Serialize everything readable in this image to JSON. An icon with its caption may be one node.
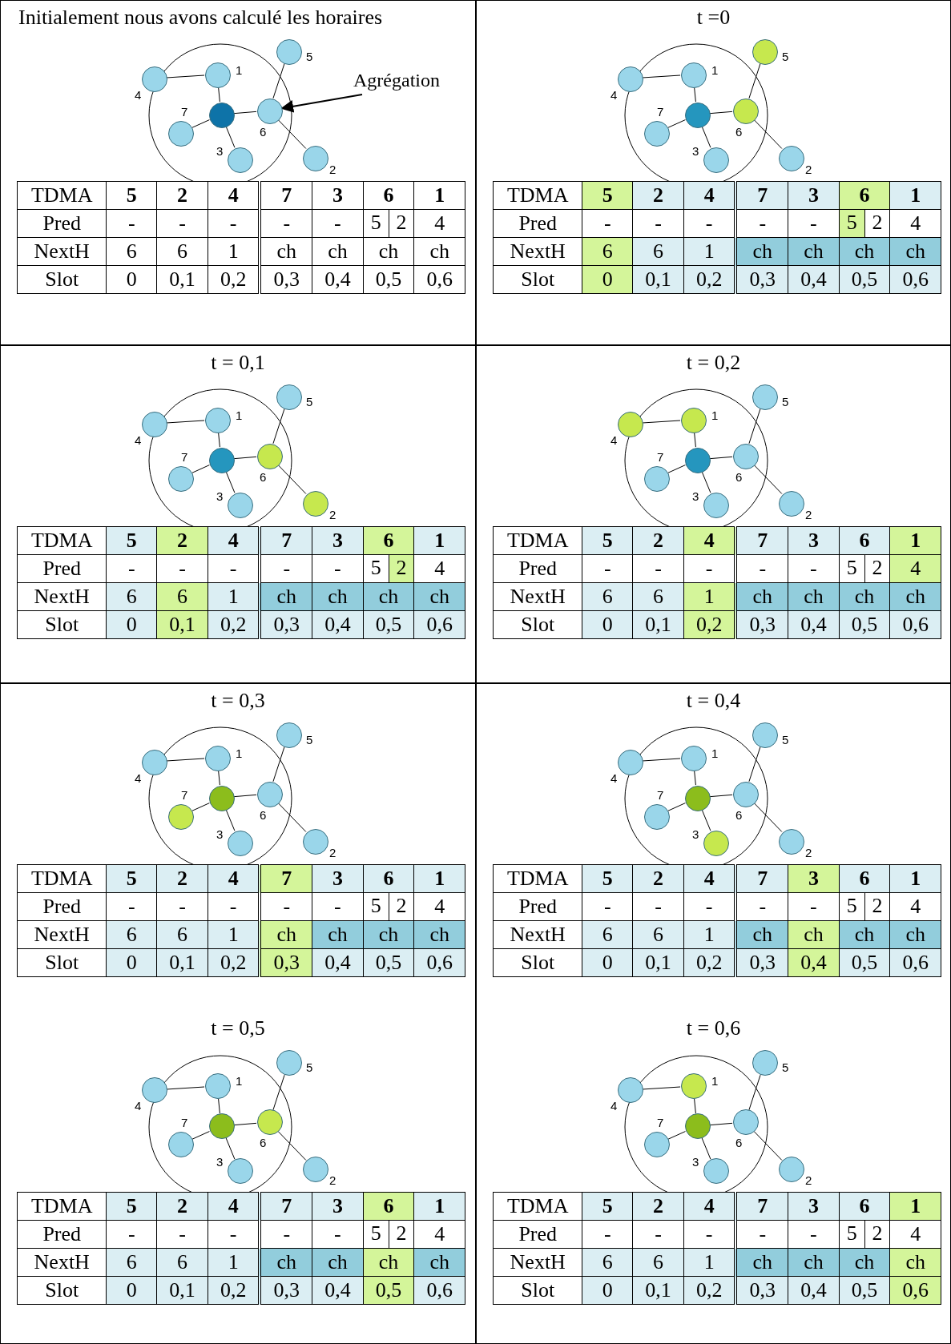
{
  "diagram": {
    "nodes": [
      {
        "text": [],
        "shape": "circle",
        "beside": [
          "5"
        ]
      },
      {
        "text": [],
        "shape": "circle",
        "beside": [
          "1"
        ]
      },
      {
        "text": [],
        "shape": "circle",
        "beside": [
          "4"
        ]
      },
      {
        "text": [],
        "shape": "circle",
        "beside": [
          "6"
        ]
      },
      {
        "text": [],
        "shape": "circle"
      },
      {
        "text": [],
        "shape": "circle",
        "beside": [
          "7"
        ]
      },
      {
        "text": [],
        "shape": "circle",
        "beside": [
          "3"
        ]
      },
      {
        "text": [],
        "shape": "circle",
        "beside": [
          "2"
        ]
      },
      {
        "text": [],
        "shape": "circle",
        "beside": [
          "5"
        ]
      },
      {
        "text": [],
        "shape": "circle",
        "beside": [
          "1"
        ]
      },
      {
        "text": [],
        "shape": "circle",
        "beside": [
          "4"
        ]
      },
      {
        "text": [],
        "shape": "circle",
        "beside": [
          "6"
        ]
      },
      {
        "text": [],
        "shape": "circle"
      },
      {
        "text": [],
        "shape": "circle",
        "beside": [
          "7"
        ]
      },
      {
        "text": [],
        "shape": "circle",
        "beside": [
          "3"
        ]
      },
      {
        "text": [],
        "shape": "circle",
        "beside": [
          "2"
        ]
      },
      {
        "text": [],
        "shape": "circle",
        "beside": [
          "5"
        ]
      },
      {
        "text": [],
        "shape": "circle",
        "beside": [
          "1"
        ]
      },
      {
        "text": [],
        "shape": "circle",
        "beside": [
          "4"
        ]
      },
      {
        "text": [],
        "shape": "circle",
        "beside": [
          "6"
        ]
      },
      {
        "text": [],
        "shape": "circle"
      },
      {
        "text": [],
        "shape": "circle",
        "beside": [
          "7"
        ]
      },
      {
        "text": [],
        "shape": "circle",
        "beside": [
          "3"
        ]
      },
      {
        "text": [],
        "shape": "circle",
        "beside": [
          "2"
        ]
      },
      {
        "text": [],
        "shape": "circle",
        "beside": [
          "5"
        ]
      },
      {
        "text": [],
        "shape": "circle",
        "beside": [
          "1"
        ]
      },
      {
        "text": [],
        "shape": "circle",
        "beside": [
          "4"
        ]
      },
      {
        "text": [],
        "shape": "circle",
        "beside": [
          "6"
        ]
      },
      {
        "text": [],
        "shape": "circle"
      },
      {
        "text": [],
        "shape": "circle",
        "beside": [
          "7"
        ]
      },
      {
        "text": [],
        "shape": "circle",
        "beside": [
          "3"
        ]
      },
      {
        "text": [],
        "shape": "circle",
        "beside": [
          "2"
        ]
      },
      {
        "text": [],
        "shape": "circle",
        "beside": [
          "5"
        ]
      },
      {
        "text": [],
        "shape": "circle",
        "beside": [
          "1"
        ]
      },
      {
        "text": [],
        "shape": "circle",
        "beside": [
          "4"
        ]
      },
      {
        "text": [],
        "shape": "circle",
        "beside": [
          "6"
        ]
      },
      {
        "text": [],
        "shape": "circle"
      },
      {
        "text": [],
        "shape": "circle",
        "beside": [
          "7"
        ]
      },
      {
        "text": [],
        "shape": "circle",
        "beside": [
          "3"
        ]
      },
      {
        "text": [],
        "shape": "circle",
        "beside": [
          "2"
        ]
      },
      {
        "text": [],
        "shape": "circle",
        "beside": [
          "5"
        ]
      },
      {
        "text": [],
        "shape": "circle",
        "beside": [
          "1"
        ]
      },
      {
        "text": [],
        "shape": "circle",
        "beside": [
          "4"
        ]
      },
      {
        "text": [],
        "shape": "circle",
        "beside": [
          "6"
        ]
      },
      {
        "text": [],
        "shape": "circle"
      },
      {
        "text": [],
        "shape": "circle",
        "beside": [
          "7"
        ]
      },
      {
        "text": [],
        "shape": "circle",
        "beside": [
          "3"
        ]
      },
      {
        "text": [],
        "shape": "circle",
        "beside": [
          "2"
        ]
      },
      {
        "text": [],
        "shape": "circle",
        "beside": [
          "5"
        ]
      },
      {
        "text": [],
        "shape": "circle",
        "beside": [
          "1"
        ]
      },
      {
        "text": [],
        "shape": "circle",
        "beside": [
          "4"
        ]
      },
      {
        "text": [],
        "shape": "circle",
        "beside": [
          "6"
        ]
      },
      {
        "text": [],
        "shape": "circle"
      },
      {
        "text": [],
        "shape": "circle",
        "beside": [
          "7"
        ]
      },
      {
        "text": [],
        "shape": "circle",
        "beside": [
          "3"
        ]
      },
      {
        "text": [],
        "shape": "circle",
        "beside": [
          "2"
        ]
      },
      {
        "text": [],
        "shape": "circle",
        "beside": [
          "5"
        ]
      },
      {
        "text": [],
        "shape": "circle",
        "beside": [
          "1"
        ]
      },
      {
        "text": [],
        "shape": "circle",
        "beside": [
          "4"
        ]
      },
      {
        "text": [],
        "shape": "circle",
        "beside": [
          "6"
        ]
      },
      {
        "text": [],
        "shape": "circle"
      },
      {
        "text": [],
        "shape": "circle",
        "beside": [
          "7"
        ]
      },
      {
        "text": [],
        "shape": "circle",
        "beside": [
          "3"
        ]
      },
      {
        "text": [],
        "shape": "circle",
        "beside": [
          "2"
        ]
      },
      {
        "text": [
          "Agrégation"
        ]
      }
    ],
    "edges": [
      {
        "from": 4,
        "to": 1,
        "arrow": "none"
      },
      {
        "from": 1,
        "to": 2,
        "arrow": "none"
      },
      {
        "from": 4,
        "to": 3,
        "arrow": "none"
      },
      {
        "from": 3,
        "to": 0,
        "arrow": "none"
      },
      {
        "from": 3,
        "to": 7,
        "arrow": "none"
      },
      {
        "from": 4,
        "to": 5,
        "arrow": "none"
      },
      {
        "from": 4,
        "to": 6,
        "arrow": "none"
      },
      {
        "from": 12,
        "to": 9,
        "arrow": "none"
      },
      {
        "from": 9,
        "to": 10,
        "arrow": "none"
      },
      {
        "from": 12,
        "to": 11,
        "arrow": "none"
      },
      {
        "from": 11,
        "to": 8,
        "arrow": "none"
      },
      {
        "from": 11,
        "to": 15,
        "arrow": "none"
      },
      {
        "from": 12,
        "to": 13,
        "arrow": "none"
      },
      {
        "from": 12,
        "to": 14,
        "arrow": "none"
      },
      {
        "from": 20,
        "to": 17,
        "arrow": "none"
      },
      {
        "from": 17,
        "to": 18,
        "arrow": "none"
      },
      {
        "from": 20,
        "to": 19,
        "arrow": "none"
      },
      {
        "from": 19,
        "to": 16,
        "arrow": "none"
      },
      {
        "from": 19,
        "to": 23,
        "arrow": "none"
      },
      {
        "from": 20,
        "to": 21,
        "arrow": "none"
      },
      {
        "from": 20,
        "to": 22,
        "arrow": "none"
      },
      {
        "from": 28,
        "to": 25,
        "arrow": "none"
      },
      {
        "from": 25,
        "to": 26,
        "arrow": "none"
      },
      {
        "from": 28,
        "to": 27,
        "arrow": "none"
      },
      {
        "from": 27,
        "to": 24,
        "arrow": "none"
      },
      {
        "from": 27,
        "to": 31,
        "arrow": "none"
      },
      {
        "from": 28,
        "to": 29,
        "arrow": "none"
      },
      {
        "from": 28,
        "to": 30,
        "arrow": "none"
      },
      {
        "from": 36,
        "to": 33,
        "arrow": "none"
      },
      {
        "from": 33,
        "to": 34,
        "arrow": "none"
      },
      {
        "from": 36,
        "to": 35,
        "arrow": "none"
      },
      {
        "from": 35,
        "to": 32,
        "arrow": "none"
      },
      {
        "from": 35,
        "to": 39,
        "arrow": "none"
      },
      {
        "from": 36,
        "to": 37,
        "arrow": "none"
      },
      {
        "from": 36,
        "to": 38,
        "arrow": "none"
      },
      {
        "from": 44,
        "to": 41,
        "arrow": "none"
      },
      {
        "from": 41,
        "to": 42,
        "arrow": "none"
      },
      {
        "from": 44,
        "to": 43,
        "arrow": "none"
      },
      {
        "from": 43,
        "to": 40,
        "arrow": "none"
      },
      {
        "from": 43,
        "to": 47,
        "arrow": "none"
      },
      {
        "from": 44,
        "to": 45,
        "arrow": "none"
      },
      {
        "from": 44,
        "to": 46,
        "arrow": "none"
      },
      {
        "from": 52,
        "to": 49,
        "arrow": "none"
      },
      {
        "from": 49,
        "to": 50,
        "arrow": "none"
      },
      {
        "from": 52,
        "to": 51,
        "arrow": "none"
      },
      {
        "from": 51,
        "to": 48,
        "arrow": "none"
      },
      {
        "from": 51,
        "to": 55,
        "arrow": "none"
      },
      {
        "from": 52,
        "to": 53,
        "arrow": "none"
      },
      {
        "from": 52,
        "to": 54,
        "arrow": "none"
      },
      {
        "from": 60,
        "to": 57,
        "arrow": "none"
      },
      {
        "from": 57,
        "to": 58,
        "arrow": "none"
      },
      {
        "from": 60,
        "to": 59,
        "arrow": "none"
      },
      {
        "from": 59,
        "to": 56,
        "arrow": "none"
      },
      {
        "from": 59,
        "to": 63,
        "arrow": "none"
      },
      {
        "from": 60,
        "to": 61,
        "arrow": "none"
      },
      {
        "from": 60,
        "to": 62,
        "arrow": "none"
      },
      {
        "from": 64,
        "to": 3,
        "arrow": "to"
      }
    ],
    "labels": [
      "Initialement nous avons calculé les horaires",
      "TDMA",
      "5",
      "2",
      "4",
      "7",
      "3",
      "6",
      "1",
      "Pred",
      "-",
      "-",
      "-",
      "-",
      "-",
      "5",
      "2",
      "4",
      "NextH",
      "6",
      "6",
      "1",
      "ch",
      "ch",
      "ch",
      "ch",
      "Slot",
      "0",
      "0,1",
      "0,2",
      "0,3",
      "0,4",
      "0,5",
      "0,6",
      "t =0",
      "TDMA",
      "5",
      "2",
      "4",
      "7",
      "3",
      "6",
      "1",
      "Pred",
      "-",
      "-",
      "-",
      "-",
      "-",
      "5",
      "2",
      "4",
      "NextH",
      "6",
      "6",
      "1",
      "ch",
      "ch",
      "ch",
      "ch",
      "Slot",
      "0",
      "0,1",
      "0,2",
      "0,3",
      "0,4",
      "0,5",
      "0,6",
      "t = 0,1",
      "TDMA",
      "5",
      "2",
      "4",
      "7",
      "3",
      "6",
      "1",
      "Pred",
      "-",
      "-",
      "-",
      "-",
      "-",
      "5",
      "2",
      "4",
      "NextH",
      "6",
      "6",
      "1",
      "ch",
      "ch",
      "ch",
      "ch",
      "Slot",
      "0",
      "0,1",
      "0,2",
      "0,3",
      "0,4",
      "0,5",
      "0,6",
      "t = 0,2",
      "TDMA",
      "5",
      "2",
      "4",
      "7",
      "3",
      "6",
      "1",
      "Pred",
      "-",
      "-",
      "-",
      "-",
      "-",
      "5",
      "2",
      "4",
      "NextH",
      "6",
      "6",
      "1",
      "ch",
      "ch",
      "ch",
      "ch",
      "Slot",
      "0",
      "0,1",
      "0,2",
      "0,3",
      "0,4",
      "0,5",
      "0,6",
      "t = 0,3",
      "TDMA",
      "5",
      "2",
      "4",
      "7",
      "3",
      "6",
      "1",
      "Pred",
      "-",
      "-",
      "-",
      "-",
      "-",
      "5",
      "2",
      "4",
      "NextH",
      "6",
      "6",
      "1",
      "ch",
      "ch",
      "ch",
      "ch",
      "Slot",
      "0",
      "0,1",
      "0,2",
      "0,3",
      "0,4",
      "0,5",
      "0,6",
      "t = 0,4",
      "TDMA",
      "5",
      "2",
      "4",
      "7",
      "3",
      "6",
      "1",
      "Pred",
      "-",
      "-",
      "-",
      "-",
      "-",
      "5",
      "2",
      "4",
      "NextH",
      "6",
      "6",
      "1",
      "ch",
      "ch",
      "ch",
      "ch",
      "Slot",
      "0",
      "0,1",
      "0,2",
      "0,3",
      "0,4",
      "0,5",
      "0,6",
      "t = 0,5",
      "TDMA",
      "5",
      "2",
      "4",
      "7",
      "3",
      "6",
      "1",
      "Pred",
      "-",
      "-",
      "-",
      "-",
      "-",
      "5",
      "2",
      "4",
      "NextH",
      "6",
      "6",
      "1",
      "ch",
      "ch",
      "ch",
      "ch",
      "Slot",
      "0",
      "0,1",
      "0,2",
      "0,3",
      "0,4",
      "0,5",
      "0,6",
      "t = 0,6",
      "TDMA",
      "5",
      "2",
      "4",
      "7",
      "3",
      "6",
      "1",
      "Pred",
      "-",
      "-",
      "-",
      "-",
      "-",
      "5",
      "2",
      "4",
      "NextH",
      "6",
      "6",
      "1",
      "ch",
      "ch",
      "ch",
      "ch",
      "Slot",
      "0",
      "0,1",
      "0,2",
      "0,3",
      "0,4",
      "0,5",
      "0,6"
    ]
  }
}
